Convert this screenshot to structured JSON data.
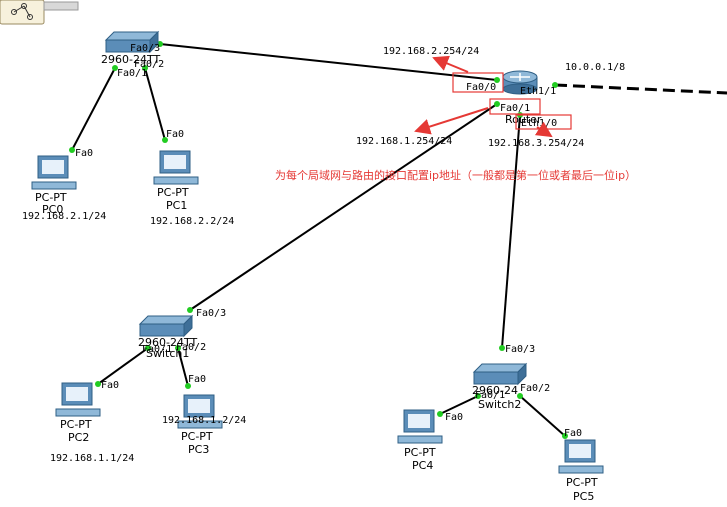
{
  "colors": {
    "link": "#000000",
    "port_up": "#22cc22",
    "annotation": "#e53935",
    "device_blue": "#5b8db8",
    "device_dark": "#2f5f85"
  },
  "toolbar": {
    "icon": "topology-tool-icon"
  },
  "devices": {
    "switch_top": {
      "model": "2960-24TT",
      "name": ""
    },
    "switch1": {
      "model": "2960-24TT",
      "name": "Switch1"
    },
    "switch2": {
      "model": "2960-24",
      "name": "Switch2"
    },
    "router": {
      "name": "Router"
    },
    "pc0": {
      "type": "PC-PT",
      "name": "PC0",
      "ip": "192.168.2.1/24"
    },
    "pc1": {
      "type": "PC-PT",
      "name": "PC1",
      "ip": "192.168.2.2/24"
    },
    "pc2": {
      "type": "PC-PT",
      "name": "PC2",
      "ip": "192.168.1.1/24"
    },
    "pc3": {
      "type": "PC-PT",
      "name": "PC3",
      "ip": "192.168.1.2/24"
    },
    "pc4": {
      "type": "PC-PT",
      "name": "PC4"
    },
    "pc5": {
      "type": "PC-PT",
      "name": "PC5"
    }
  },
  "ports": {
    "sw_top_fa03": "Fa0/3",
    "sw_top_fa02": "Fa0/2",
    "sw_top_fa01": "Fa0/1",
    "pc0_fa0": "Fa0",
    "pc1_fa0": "Fa0",
    "router_fa00": "Fa0/0",
    "router_eth11": "Eth1/1",
    "router_fa01": "Fa0/1",
    "router_eth10": "Eth1/0",
    "sw1_fa03": "Fa0/3",
    "sw1_fa01": "Fa0/1",
    "sw1_fa02": "Fa0/2",
    "pc2_fa0": "Fa0",
    "pc3_fa0": "Fa0",
    "sw2_fa03": "Fa0/3",
    "sw2_fa01": "Fa0/1",
    "sw2_fa02": "Fa0/2",
    "pc4_fa0": "Fa0",
    "pc5_fa0": "Fa0"
  },
  "addresses": {
    "fa00_ip": "192.168.2.254/24",
    "fa01_ip": "192.168.1.254/24",
    "eth10_ip": "192.168.3.254/24",
    "eth11_ip": "10.0.0.1/8"
  },
  "annotation": "为每个局域网与路由的接口配置ip地址（一般都是第一位或者最后一位ip）"
}
